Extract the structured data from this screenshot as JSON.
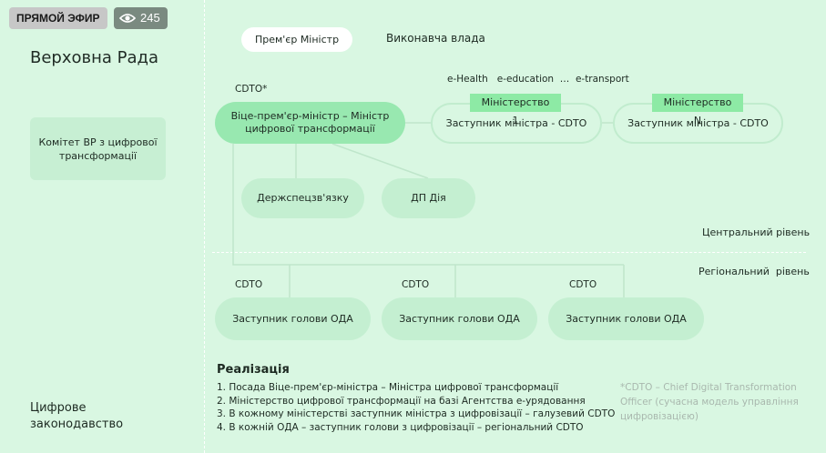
{
  "header": {
    "live_label": "ПРЯМОЙ ЭФИР",
    "view_count": "245",
    "eye_icon": "eye-icon"
  },
  "left": {
    "parliament_title": "Верховна Рада",
    "committee": "Комітет ВР з цифрової трансформації",
    "legislation_title": "Цифрове законодавство"
  },
  "diagram": {
    "pm": "Прем'єр Міністр",
    "executive": "Виконавча влада",
    "cdto_top": "CDTO*",
    "vice_pm": "Віце-прем'єр-міністр – Міністр цифрової трансформації",
    "sectors": "e-Health   e-education  …  e-transport",
    "ministry_1": "Міністерство 1",
    "ministry_n": "Міністерство N",
    "deputy_minister_1": "Заступник міністра -  CDTO",
    "deputy_minister_n": "Заступник міністра -  CDTO",
    "special_comms": "Держспецзв'язку",
    "diia": "ДП Дія",
    "central_level": "Центральний рівень",
    "regional_level": "Регіональний  рівень",
    "regional": [
      {
        "cdto": "CDTO",
        "role": "Заступник голови ОДА"
      },
      {
        "cdto": "CDTO",
        "role": "Заступник голови ОДА"
      },
      {
        "cdto": "CDTO",
        "role": "Заступник голови ОДА"
      }
    ]
  },
  "implementation": {
    "title": "Реалізація",
    "items": [
      "1. Посада Віце-прем'єр-міністра – Міністра цифрової трансформації",
      "2. Міністерство цифрової трансформації на базі Агентства е-урядовання",
      "3. В кожному міністерстві заступник міністра з цифровізації – галузевий CDTO",
      "4. В кожній ОДА – заступник голови з цифровізації – регіональний CDTO"
    ]
  },
  "footnote": "*CDTO – Chief Digital Transformation Officer (сучасна модель управління цифровізацією)",
  "colors": {
    "background": "#d9f7e2",
    "accent": "#98e8b0",
    "tag": "#8deaa5"
  }
}
